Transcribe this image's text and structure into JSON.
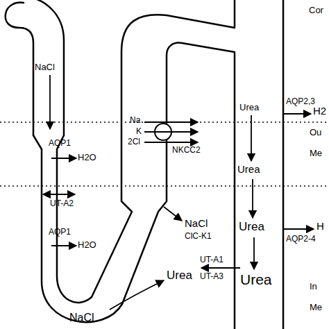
{
  "diagram": {
    "labels": [
      "Cor",
      "NaCl",
      "AQP2,3",
      "H2",
      "Urea",
      "Na",
      "K",
      "2Cl",
      "~",
      "NKCC2",
      "Ou",
      "Me",
      "AQP1",
      "H2O",
      "Urea",
      "UT-A2",
      "NaCl",
      "ClC-K1",
      "Urea",
      "AQP2-4",
      "H",
      "AQP1",
      "H2O",
      "Urea",
      "UT-A1",
      "UT-A3",
      "Urea",
      "In",
      "Me",
      "NaCl"
    ]
  }
}
